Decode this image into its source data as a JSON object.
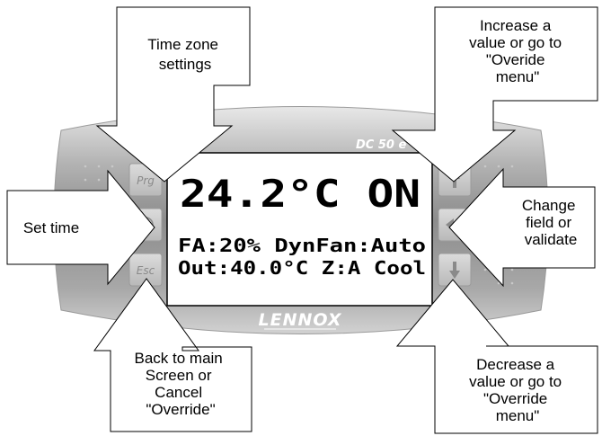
{
  "display": {
    "line1": "24.2°C ON",
    "line2": "FA:20% DynFan:Auto",
    "line3": "Out:40.0°C Z:A Cool"
  },
  "device": {
    "model": "DC 50 e",
    "brand": "LENNOX"
  },
  "buttons": {
    "prg": "Prg",
    "esc": "Esc",
    "clock_icon": "clock-icon",
    "up_icon": "arrow-up-icon",
    "enter_icon": "enter-arrow-icon",
    "down_icon": "arrow-down-icon"
  },
  "callouts": {
    "time_zone": [
      "Time zone",
      "settings"
    ],
    "set_time": [
      "Set time"
    ],
    "back": [
      "Back to main",
      "Screen or",
      "Cancel",
      "\"Override\""
    ],
    "increase": [
      "Increase a",
      "value or go to",
      "\"Overide",
      "menu\""
    ],
    "change": [
      "Change",
      "field or",
      "validate"
    ],
    "decrease": [
      "Decrease a",
      "value or go to",
      "\"Override",
      "menu\""
    ]
  },
  "colors": {
    "bezel_dark": "#7d7d7d",
    "bezel_light": "#d6d6d6",
    "lcd_bg": "#ffffff",
    "callout_fill": "#ffffff",
    "callout_stroke": "#000000"
  }
}
